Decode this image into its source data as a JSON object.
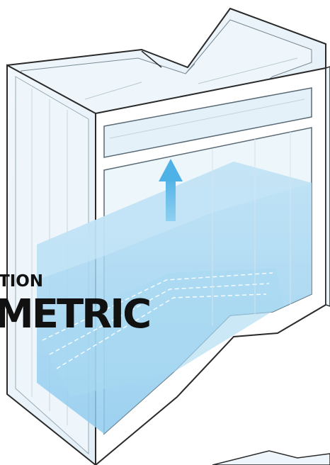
{
  "illustration": {
    "subject": "isometric-water-tank-cutaway",
    "icons": [
      "water-level-arrow-up-icon"
    ],
    "colors": {
      "water": "#9ed2ee",
      "water_deep": "#7fc4ea",
      "glass": "#e9f4fb",
      "frame": "#ffffff",
      "outline": "#2a2a2a",
      "arrow": "#5bb8e8"
    }
  },
  "caption": {
    "line1": "TION",
    "line2": "METRIC",
    "color": "#111111"
  }
}
